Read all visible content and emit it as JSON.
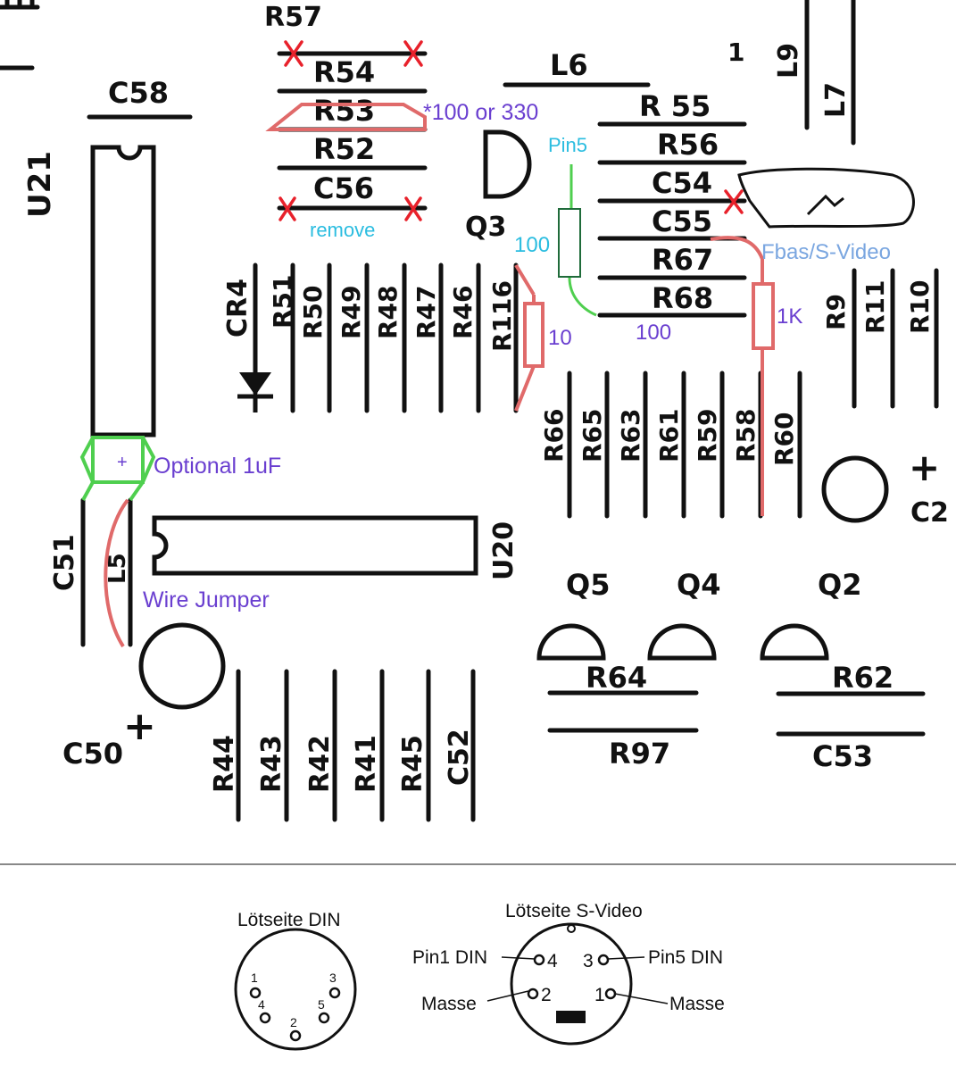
{
  "colors": {
    "silkscreen": "#111111",
    "red_mod": "#e06a6a",
    "red_x": "#e8212b",
    "green_mod": "#4fcf4f",
    "purple_text": "#6a3fd0",
    "cyan_text": "#2bbde0",
    "lightblue_text": "#7aa6e0",
    "resistor_box": "#1f6b3a"
  },
  "pcb": {
    "labels": {
      "u21": "U21",
      "c58": "C58",
      "r57": "R57",
      "r54": "R54",
      "r53": "R53",
      "r52": "R52",
      "c56": "C56",
      "q3": "Q3",
      "l6": "L6",
      "r55": "R 55",
      "r56": "R56",
      "c54": "C54",
      "c55": "C55",
      "r67": "R67",
      "r68": "R68",
      "one": "1",
      "l9": "L9",
      "l7": "L7",
      "cr4": "CR4",
      "r51": "R51",
      "r50": "R50",
      "r49": "R49",
      "r48": "R48",
      "r47": "R47",
      "r46": "R46",
      "r116": "R116",
      "r9": "R9",
      "r11": "R11",
      "r10": "R10",
      "r66": "R66",
      "r65": "R65",
      "r63": "R63",
      "r61": "R61",
      "r59": "R59",
      "r58": "R58",
      "r60": "R60",
      "c2": "C2",
      "c51": "C51",
      "l5": "L5",
      "u20": "U20",
      "q5": "Q5",
      "q4": "Q4",
      "q2": "Q2",
      "r64": "R64",
      "r62": "R62",
      "r97": "R97",
      "c53": "C53",
      "c50": "C50",
      "r44": "R44",
      "r43": "R43",
      "r42": "R42",
      "r41": "R41",
      "r45": "R45",
      "c52": "C52",
      "plus": "+"
    },
    "annotations": {
      "r53_value": "*100 or 330",
      "remove": "remove",
      "pin5": "Pin5",
      "r_100_vertical": "100",
      "r_100_bottom": "100",
      "fbas": "Fbas/S-Video",
      "r_1k": "1K",
      "r_10": "10",
      "optional_cap": "Optional 1uF",
      "cap_plus": "+",
      "wire_jumper": "Wire Jumper"
    }
  },
  "connectors": {
    "din": {
      "title": "Lötseite DIN",
      "pins": [
        "1",
        "3",
        "4",
        "5",
        "2"
      ]
    },
    "svideo": {
      "title": "Lötseite S-Video",
      "pin_numbers": [
        "4",
        "3",
        "2",
        "1"
      ],
      "labels": {
        "pin1_din": "Pin1 DIN",
        "pin5_din": "Pin5 DIN",
        "masse_left": "Masse",
        "masse_right": "Masse"
      }
    }
  }
}
